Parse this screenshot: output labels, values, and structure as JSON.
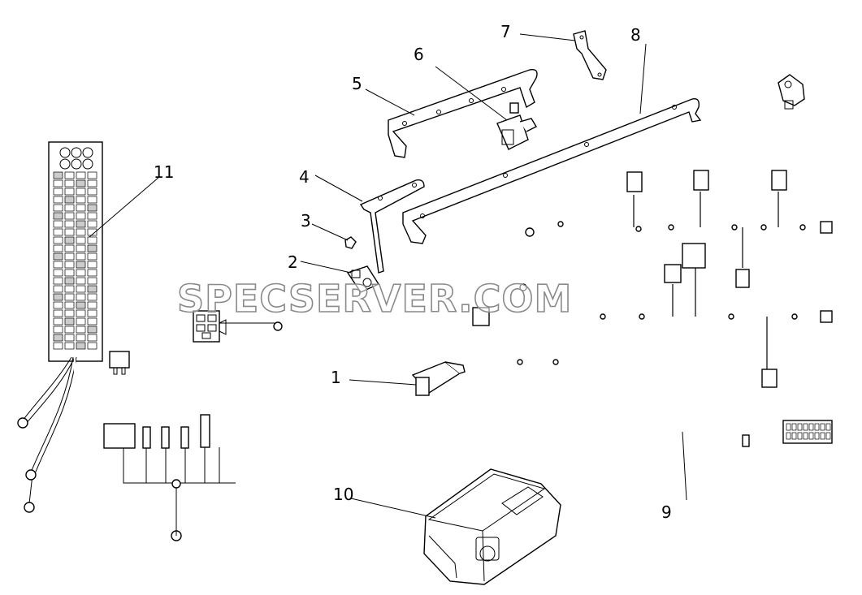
{
  "watermark": "SPECSERVER.COM",
  "callouts": {
    "c1": "1",
    "c2": "2",
    "c3": "3",
    "c4": "4",
    "c5": "5",
    "c6": "6",
    "c7": "7",
    "c8": "8",
    "c9": "9",
    "c10": "10",
    "c11": "11"
  }
}
